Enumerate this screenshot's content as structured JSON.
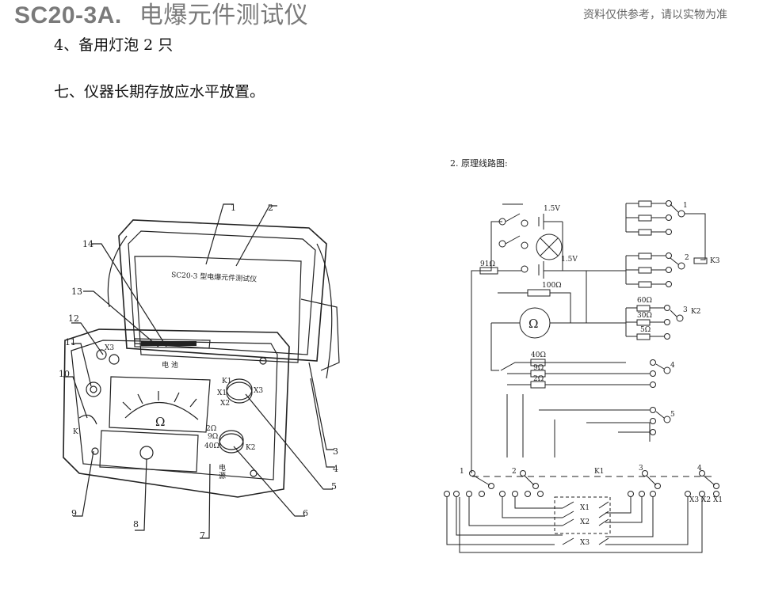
{
  "header": {
    "model": "SC20-3A.",
    "title": "电爆元件测试仪",
    "note": "资料仅供参考，请以实物为准"
  },
  "body": {
    "line1": "4、备用灯泡 2 只",
    "line2": "七、仪器长期存放应水平放置。"
  },
  "figure_left": {
    "panel_label": "SC20-3  型电爆元件测试仪",
    "battery_label": "电  池",
    "power_label": "电\n源",
    "ohm_symbol": "Ω",
    "switch_labels": [
      "K1",
      "X1",
      "X2",
      "X3",
      "K2",
      "2Ω",
      "9Ω",
      "40Ω",
      "X3",
      "K"
    ],
    "callouts": [
      "1",
      "2",
      "3",
      "4",
      "5",
      "6",
      "7",
      "8",
      "9",
      "10",
      "11",
      "12",
      "13",
      "14"
    ]
  },
  "figure_right": {
    "title": "2. 原理线路图:",
    "labels": {
      "v1": "1.5V",
      "v2": "1.5V",
      "r91": "91Ω",
      "r100": "100Ω",
      "ohm": "Ω",
      "r60": "60Ω",
      "r30": "30Ω",
      "r5": "5Ω",
      "r40": "40Ω",
      "r9": "9Ω",
      "r2": "2Ω",
      "k1": "K1",
      "k2": "K2",
      "k3": "K3",
      "x1": "X1",
      "x2": "X2",
      "x3": "X3",
      "x123": "X3 X2 X1",
      "n1": "1",
      "n2": "2",
      "n3": "3",
      "n4": "4",
      "n5": "5"
    }
  }
}
